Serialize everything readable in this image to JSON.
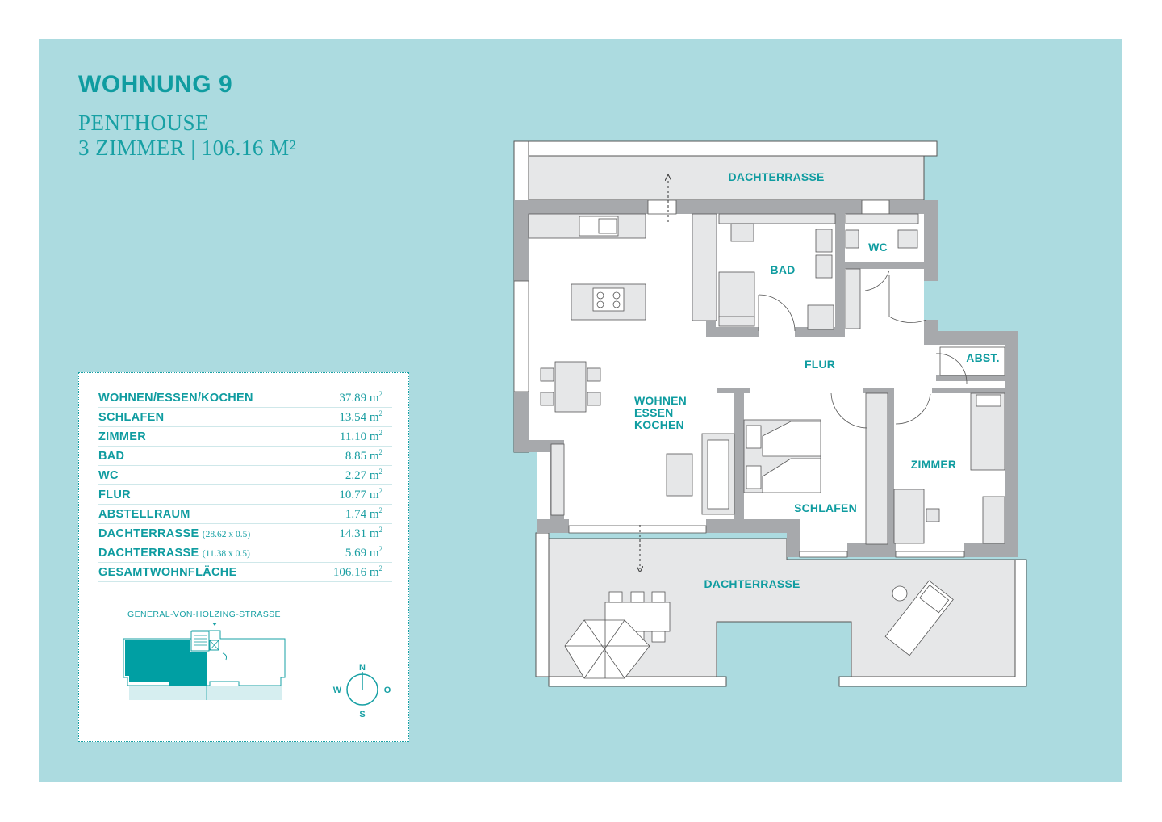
{
  "header": {
    "title": "WOHNUNG 9",
    "subtitle_type": "PENTHOUSE",
    "subtitle_size": "3 ZIMMER | 106.16 M²"
  },
  "areas": [
    {
      "label": "WOHNEN/ESSEN/KOCHEN",
      "note": "",
      "value": "37.89 m",
      "unit_sup": "2"
    },
    {
      "label": "SCHLAFEN",
      "note": "",
      "value": "13.54 m",
      "unit_sup": "2"
    },
    {
      "label": "ZIMMER",
      "note": "",
      "value": "11.10 m",
      "unit_sup": "2"
    },
    {
      "label": "BAD",
      "note": "",
      "value": "8.85 m",
      "unit_sup": "2"
    },
    {
      "label": "WC",
      "note": "",
      "value": "2.27 m",
      "unit_sup": "2"
    },
    {
      "label": "FLUR",
      "note": "",
      "value": "10.77 m",
      "unit_sup": "2"
    },
    {
      "label": "ABSTELLRAUM",
      "note": "",
      "value": "1.74 m",
      "unit_sup": "2"
    },
    {
      "label": "DACHTERRASSE",
      "note": "(28.62 x 0.5)",
      "value": "14.31 m",
      "unit_sup": "2"
    },
    {
      "label": "DACHTERRASSE",
      "note": "(11.38 x 0.5)",
      "value": "5.69 m",
      "unit_sup": "2"
    },
    {
      "label": "GESAMTWOHNFLÄCHE",
      "note": "",
      "value": "106.16 m",
      "unit_sup": "2"
    }
  ],
  "site": {
    "street": "GENERAL-VON-HOLZING-STRASSE"
  },
  "compass": {
    "n": "N",
    "s": "S",
    "w": "W",
    "o": "O"
  },
  "rooms": {
    "terrace_top": "DACHTERRASSE",
    "bad": "BAD",
    "wc": "WC",
    "flur": "FLUR",
    "abst": "ABST.",
    "wohnen_1": "WOHNEN",
    "wohnen_2": "ESSEN",
    "wohnen_3": "KOCHEN",
    "zimmer": "ZIMMER",
    "schlafen": "SCHLAFEN",
    "terrace_bottom": "DACHTERRASSE"
  },
  "colors": {
    "background": "#acdbe0",
    "accent": "#0f9ca0",
    "wall": "#a7a9ac",
    "furniture": "#e6e7e8",
    "highlight": "#009fa3"
  }
}
